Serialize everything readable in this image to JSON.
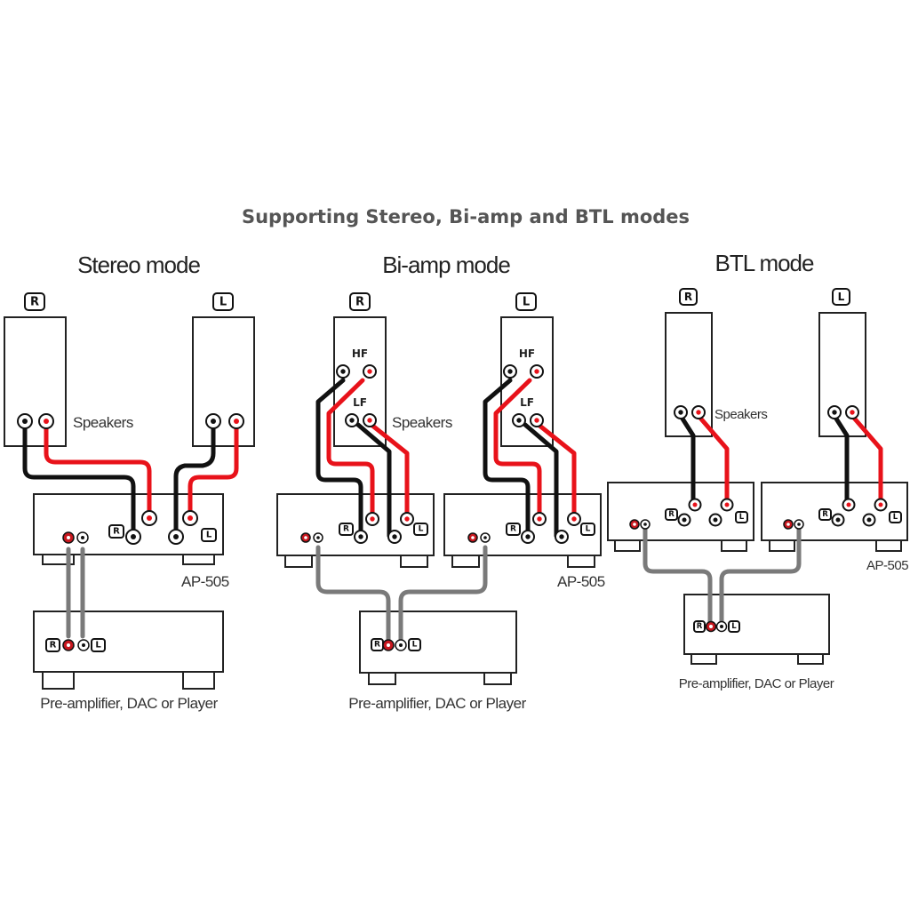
{
  "title": "Supporting Stereo, Bi-amp and BTL modes",
  "colors": {
    "positive_wire": "#e8121a",
    "negative_wire": "#111111",
    "signal_cable": "#7a7a7a",
    "title_text": "#555555"
  },
  "labels": {
    "right": "R",
    "left": "L",
    "high_frequency": "HF",
    "low_frequency": "LF",
    "speakers": "Speakers",
    "amplifier_model": "AP-505",
    "source": "Pre-amplifier, DAC or Player"
  },
  "modes": [
    {
      "id": "stereo",
      "title": "Stereo mode",
      "amplifiers": 1
    },
    {
      "id": "biamp",
      "title": "Bi-amp mode",
      "amplifiers": 2
    },
    {
      "id": "btl",
      "title": "BTL mode",
      "amplifiers": 2
    }
  ]
}
